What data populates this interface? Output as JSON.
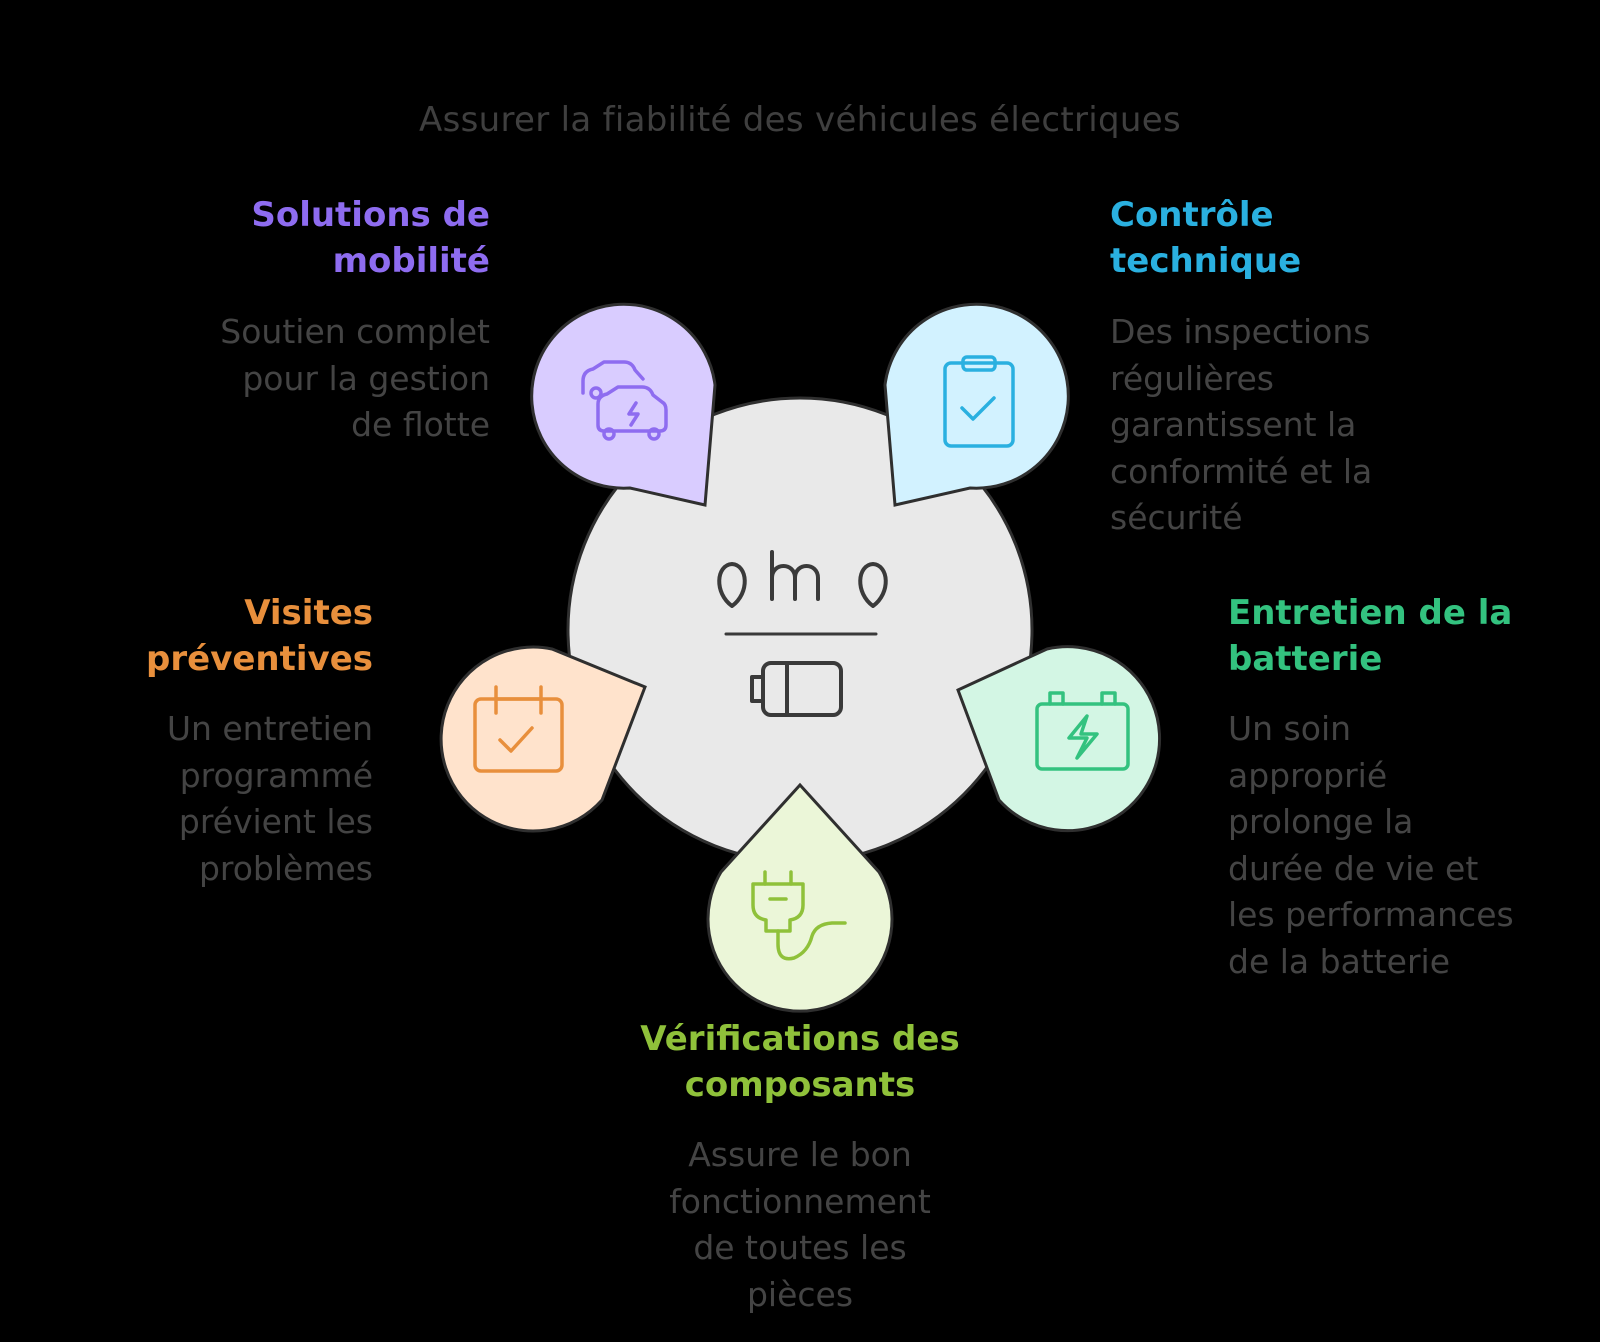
{
  "title": "Assurer la fiabilité des véhicules électriques",
  "center": {
    "logo_text": "omo",
    "icon": "battery-icon"
  },
  "nodes": [
    {
      "id": "mobilite",
      "title_lines": [
        "Solutions de",
        "mobilité"
      ],
      "desc_lines": [
        "Soutien complet",
        "pour la gestion",
        "de flotte"
      ],
      "color": "#8e6cf0",
      "fill": "#d9ccff",
      "icon": "electric-cars-icon"
    },
    {
      "id": "controle",
      "title_lines": [
        "Contrôle",
        "technique"
      ],
      "desc_lines": [
        "Des inspections",
        "régulières",
        "garantissent la",
        "conformité et la",
        "sécurité"
      ],
      "color": "#2ab0e0",
      "fill": "#d2f2ff",
      "icon": "clipboard-check-icon"
    },
    {
      "id": "batterie",
      "title_lines": [
        "Entretien de la",
        "batterie"
      ],
      "desc_lines": [
        "Un soin",
        "approprié",
        "prolonge la",
        "durée de vie et",
        "les performances",
        "de la batterie"
      ],
      "color": "#33c27f",
      "fill": "#d3f6e4",
      "icon": "battery-charging-icon"
    },
    {
      "id": "composants",
      "title_lines": [
        "Vérifications des",
        "composants"
      ],
      "desc_lines": [
        "Assure le bon",
        "fonctionnement",
        "de toutes les",
        "pièces"
      ],
      "color": "#8fc13a",
      "fill": "#ebf6d8",
      "icon": "plug-icon"
    },
    {
      "id": "visites",
      "title_lines": [
        "Visites",
        "préventives"
      ],
      "desc_lines": [
        "Un entretien",
        "programmé",
        "prévient les",
        "problèmes"
      ],
      "color": "#e88f3c",
      "fill": "#ffe3cc",
      "icon": "calendar-check-icon"
    }
  ]
}
